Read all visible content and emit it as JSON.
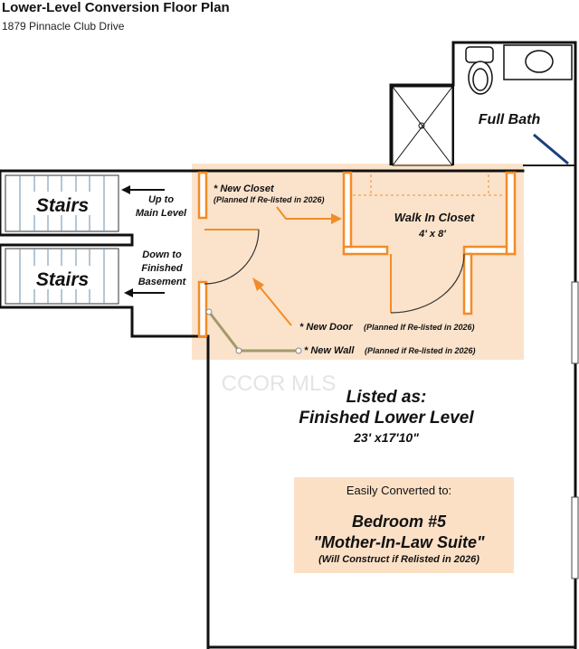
{
  "header": {
    "title": "Lower-Level Conversion Floor Plan",
    "address": "1879 Pinnacle Club Drive"
  },
  "rooms": {
    "full_bath": "Full Bath",
    "stairs_upper": "Stairs",
    "stairs_lower": "Stairs",
    "walk_in_closet": "Walk In Closet",
    "walk_in_closet_size": "4' x 8'"
  },
  "stairs_labels": {
    "up_line1": "Up to",
    "up_line2": "Main Level",
    "down_line1": "Down to",
    "down_line2": "Finished",
    "down_line3": "Basement"
  },
  "annotations": {
    "new_closet": "* New Closet",
    "new_closet_note": "(Planned If Re-listed in 2026)",
    "new_door": "* New Door",
    "new_door_note": "(Planned If Re-listed in 2026)",
    "new_wall": "* New Wall",
    "new_wall_note": "(Planned if Re-listed in 2026)"
  },
  "watermark": "CCOR MLS",
  "listing": {
    "line1": "Listed as:",
    "line2": "Finished Lower Level",
    "dimensions": "23' x17'10\""
  },
  "conversion": {
    "intro": "Easily Converted to:",
    "line1": "Bedroom #5",
    "line2": "\"Mother-In-Law Suite\"",
    "note": "(Will Construct if Relisted in 2026)"
  },
  "colors": {
    "wall": "#111111",
    "new_construction": "#f28c28",
    "highlight": "#fbe3cb",
    "new_wall": "#a29a6c",
    "callout_box": "#fbe0c6",
    "bath_door": "#1c3f7a"
  }
}
